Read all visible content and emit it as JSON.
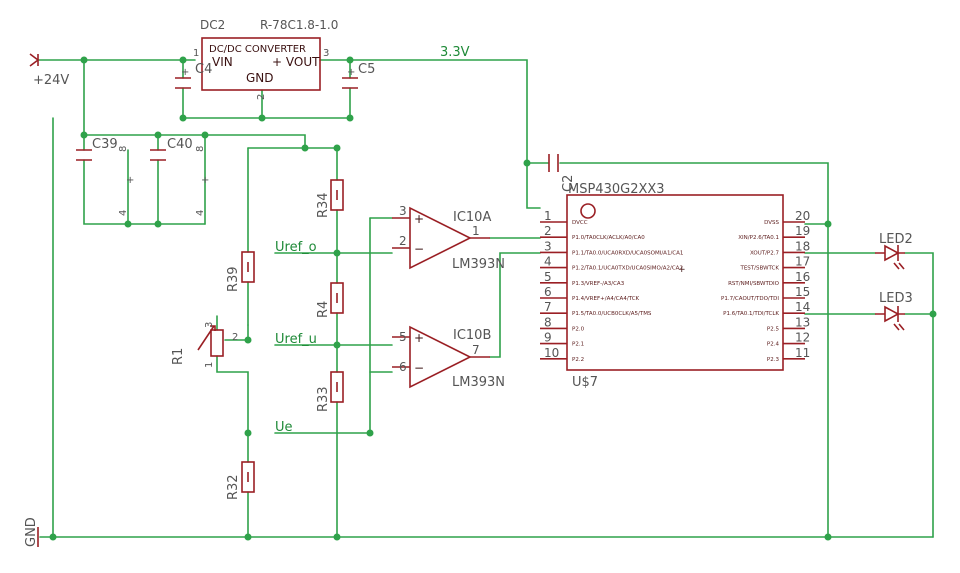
{
  "power": {
    "supply_in": "+24V",
    "rail_33": "3.3V",
    "gnd": "GND"
  },
  "dcdc": {
    "name": "DC2",
    "value": "R-78C1.8-1.0",
    "title": "DC/DC CONVERTER",
    "vin": "VIN",
    "vout": "+ VOUT",
    "gnd": "GND",
    "pin1": "1",
    "pin2": "2",
    "pin3": "3"
  },
  "caps": {
    "c4": "C4",
    "c5": "C5",
    "c2": "C2",
    "c39": "C39",
    "c40": "C40",
    "c39_pin": "8",
    "c40_pin": "8",
    "c39_pin4": "4",
    "c40_pin4": "4"
  },
  "resistors": {
    "r34": "R34",
    "r4": "R4",
    "r33": "R33",
    "r39": "R39",
    "r32": "R32",
    "r1": "R1",
    "r1_pin1": "1",
    "r1_pin2": "2",
    "r1_pin3": "3"
  },
  "nets": {
    "uref_o": "Uref_o",
    "uref_u": "Uref_u",
    "ue": "Ue"
  },
  "comparators": {
    "a_name": "IC10A",
    "a_value": "LM393N",
    "b_name": "IC10B",
    "b_value": "LM393N",
    "a_pin_plus": "3",
    "a_pin_minus": "2",
    "a_pin_out": "1",
    "b_pin_plus": "5",
    "b_pin_minus": "6",
    "b_pin_out": "7",
    "plus": "+",
    "minus": "−"
  },
  "mcu": {
    "name": "MSP430G2XX3",
    "ref": "U$7",
    "left_pins": [
      {
        "num": "1",
        "label": "DVCC"
      },
      {
        "num": "2",
        "label": "P1.0/TA0CLK/ACLK/A0/CA0"
      },
      {
        "num": "3",
        "label": "P1.1/TA0.0/UCA0RXD/UCA0SOMI/A1/CA1"
      },
      {
        "num": "4",
        "label": "P1.2/TA0.1/UCA0TXD/UCA0SIMO/A2/CA2"
      },
      {
        "num": "5",
        "label": "P1.3/VREF-/A3/CA3"
      },
      {
        "num": "6",
        "label": "P1.4/VREF+/A4/CA4/TCK"
      },
      {
        "num": "7",
        "label": "P1.5/TA0.0/UCB0CLK/A5/TMS"
      },
      {
        "num": "8",
        "label": "P2.0"
      },
      {
        "num": "9",
        "label": "P2.1"
      },
      {
        "num": "10",
        "label": "P2.2"
      }
    ],
    "right_pins": [
      {
        "num": "20",
        "label": "DVSS"
      },
      {
        "num": "19",
        "label": "XIN/P2.6/TA0.1"
      },
      {
        "num": "18",
        "label": "XOUT/P2.7"
      },
      {
        "num": "17",
        "label": "TEST/SBWTCK"
      },
      {
        "num": "16",
        "label": "RST/NMI/SBWTDIO"
      },
      {
        "num": "15",
        "label": "P1.7/CAOUT/TDO/TDI"
      },
      {
        "num": "14",
        "label": "P1.6/TA0.1/TDI/TCLK"
      },
      {
        "num": "13",
        "label": "P2.5"
      },
      {
        "num": "12",
        "label": "P2.4"
      },
      {
        "num": "11",
        "label": "P2.3"
      }
    ]
  },
  "leds": {
    "led2": "LED2",
    "led3": "LED3"
  }
}
